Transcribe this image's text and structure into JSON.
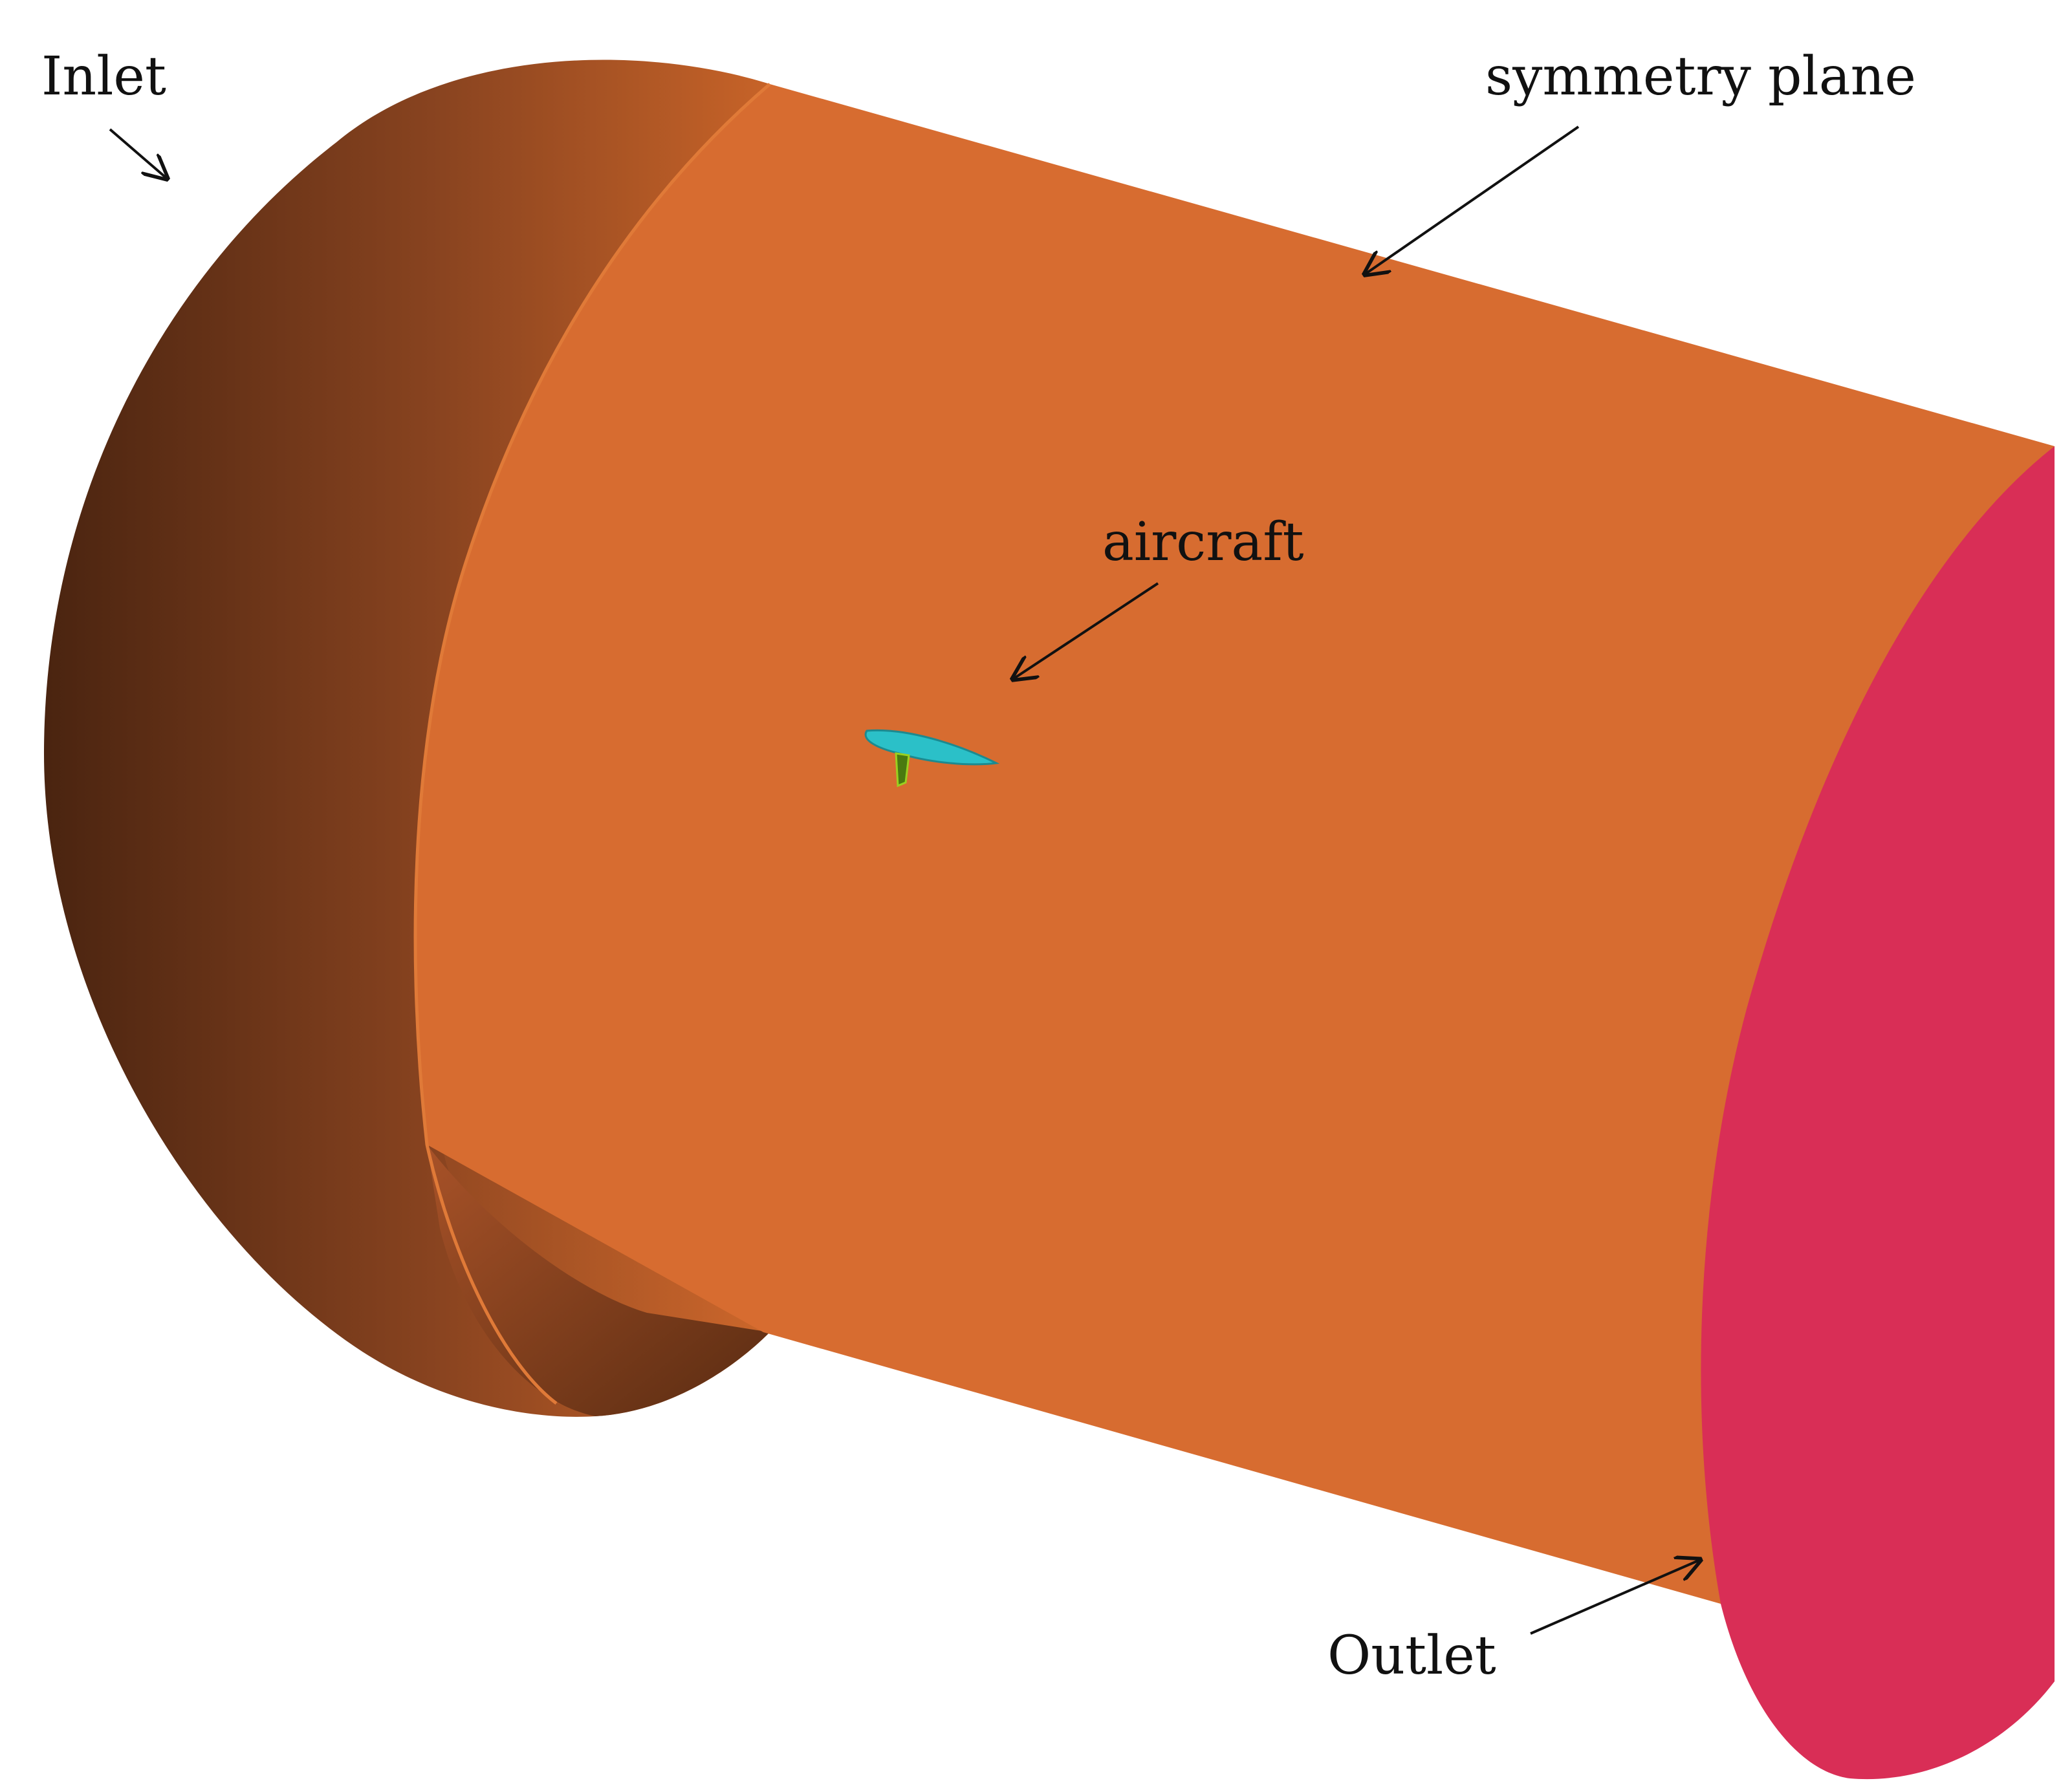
{
  "labels": {
    "inlet": "Inlet",
    "symmetry_plane": "symmetry plane",
    "aircraft": "aircraft",
    "outlet": "Outlet"
  },
  "colors": {
    "symmetry_plane": "#D76C30",
    "inlet_dark": "#4A2410",
    "inlet_mid": "#8A4420",
    "inlet_light": "#C76328",
    "outlet": "#D92E56",
    "aircraft_wing": "#2BC0C8",
    "aircraft_body": "#4A7A10",
    "arrow": "#111111"
  }
}
